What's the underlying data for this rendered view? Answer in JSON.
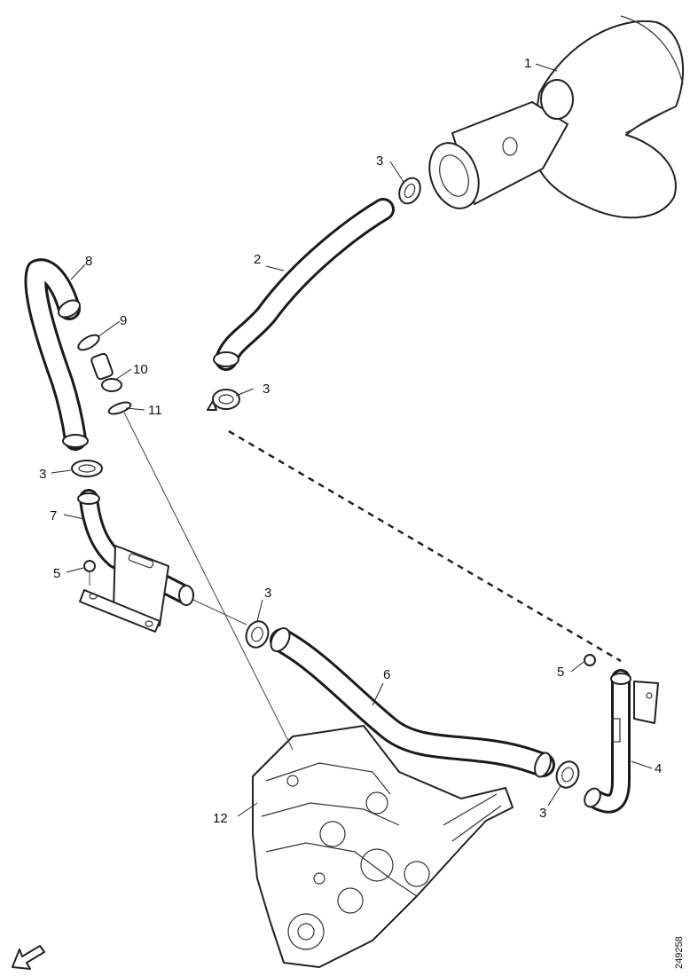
{
  "callouts": {
    "c1": "1",
    "c2": "2",
    "c3a": "3",
    "c3b": "3",
    "c3c": "3",
    "c3d": "3",
    "c3e": "3",
    "c4": "4",
    "c5a": "5",
    "c5b": "5",
    "c6": "6",
    "c7": "7",
    "c8": "8",
    "c9": "9",
    "c10": "10",
    "c11": "11",
    "c12": "12"
  },
  "figure_code": "249258",
  "icons": {
    "orientation": "front-arrow-icon"
  },
  "colors": {
    "ink": "#222222",
    "paper": "#ffffff"
  }
}
